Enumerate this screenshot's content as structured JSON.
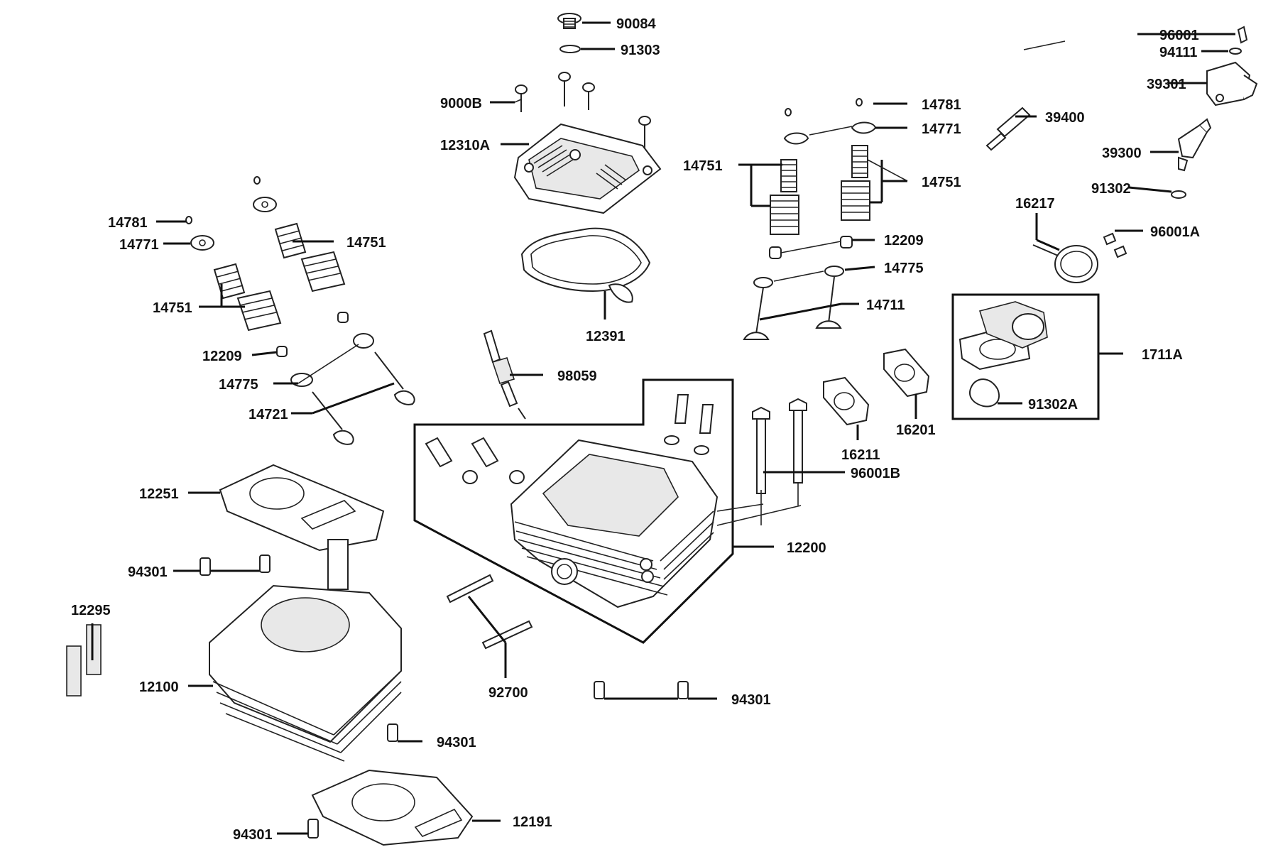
{
  "labels": {
    "p90084": "90084",
    "p91303": "91303",
    "p9000B": "9000B",
    "p12310A": "12310A",
    "p12391": "12391",
    "p14781_r": "14781",
    "p14771_r": "14771",
    "p14751_rl": "14751",
    "p14751_rr": "14751",
    "p12209_r": "12209",
    "p14775_r": "14775",
    "p14711": "14711",
    "p96001": "96001",
    "p94111": "94111",
    "p39301": "39301",
    "p39400": "39400",
    "p39300": "39300",
    "p91302": "91302",
    "p16217": "16217",
    "p96001A": "96001A",
    "p1711A": "1711A",
    "p91302A": "91302A",
    "p16201": "16201",
    "p16211": "16211",
    "p96001B": "96001B",
    "p12200": "12200",
    "p14781_l": "14781",
    "p14771_l": "14771",
    "p14751_lt": "14751",
    "p14751_lb": "14751",
    "p12209_l": "12209",
    "p14775_l": "14775",
    "p14721": "14721",
    "p98059": "98059",
    "p12251": "12251",
    "p94301_a": "94301",
    "p12295": "12295",
    "p12100": "12100",
    "p92700": "92700",
    "p94301_b": "94301",
    "p94301_c": "94301",
    "p12191": "12191",
    "p94301_d": "94301"
  }
}
